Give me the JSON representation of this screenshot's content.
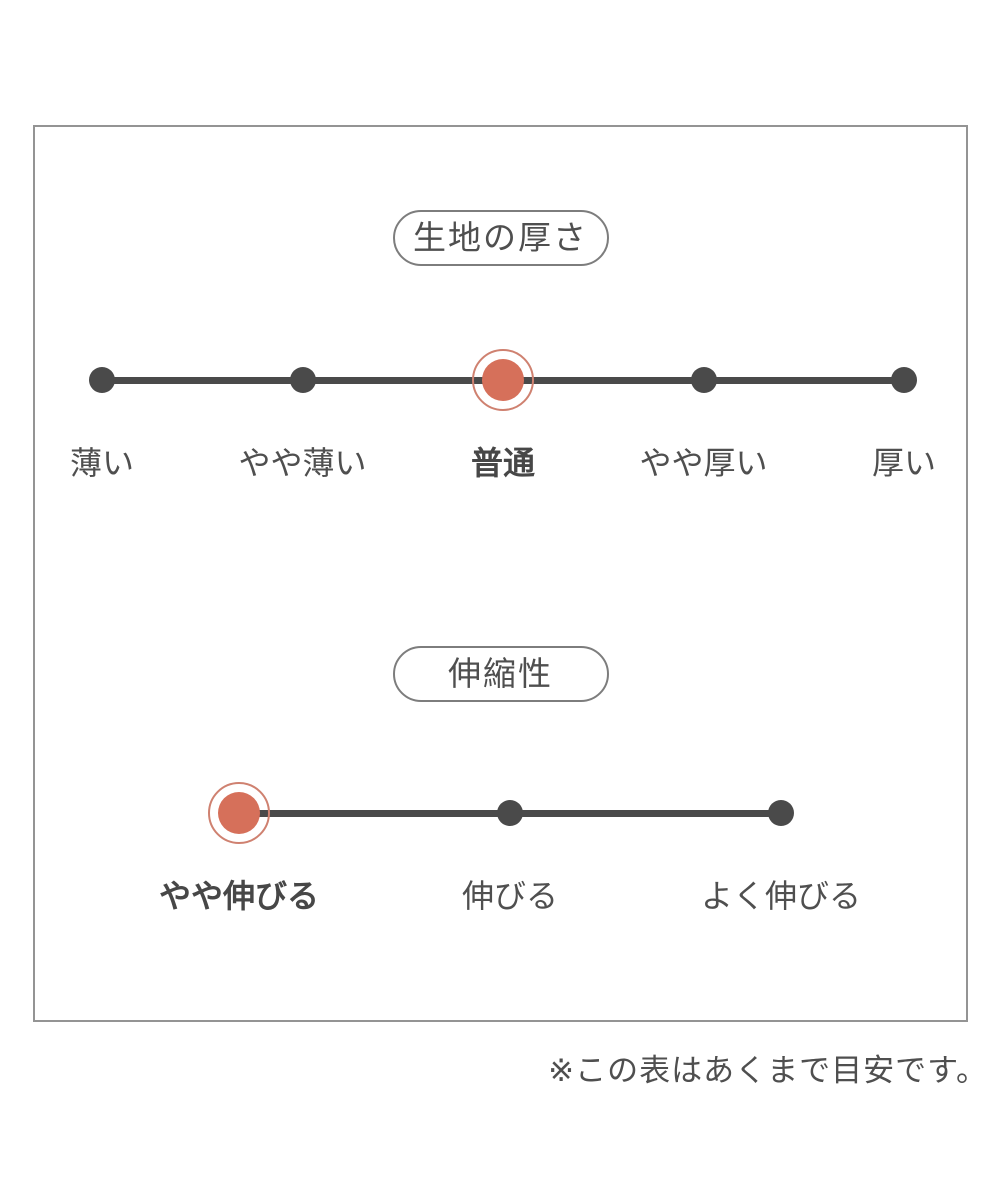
{
  "chart_data": [
    {
      "type": "scale",
      "title": "生地の厚さ",
      "categories": [
        "薄い",
        "やや薄い",
        "普通",
        "やや厚い",
        "厚い"
      ],
      "selected_index": 2,
      "selected_label": "普通"
    },
    {
      "type": "scale",
      "title": "伸縮性",
      "categories": [
        "やや伸びる",
        "伸びる",
        "よく伸びる"
      ],
      "selected_index": 0,
      "selected_label": "やや伸びる"
    }
  ],
  "footnote": "※この表はあくまで目安です。",
  "colors": {
    "accent": "#d6705a",
    "accent_ring": "#cf8170",
    "dark": "#4a4a4a",
    "text": "#4f4f4f",
    "border": "#949494",
    "pill_border": "#7d7d7d",
    "background": "#ffffff"
  }
}
